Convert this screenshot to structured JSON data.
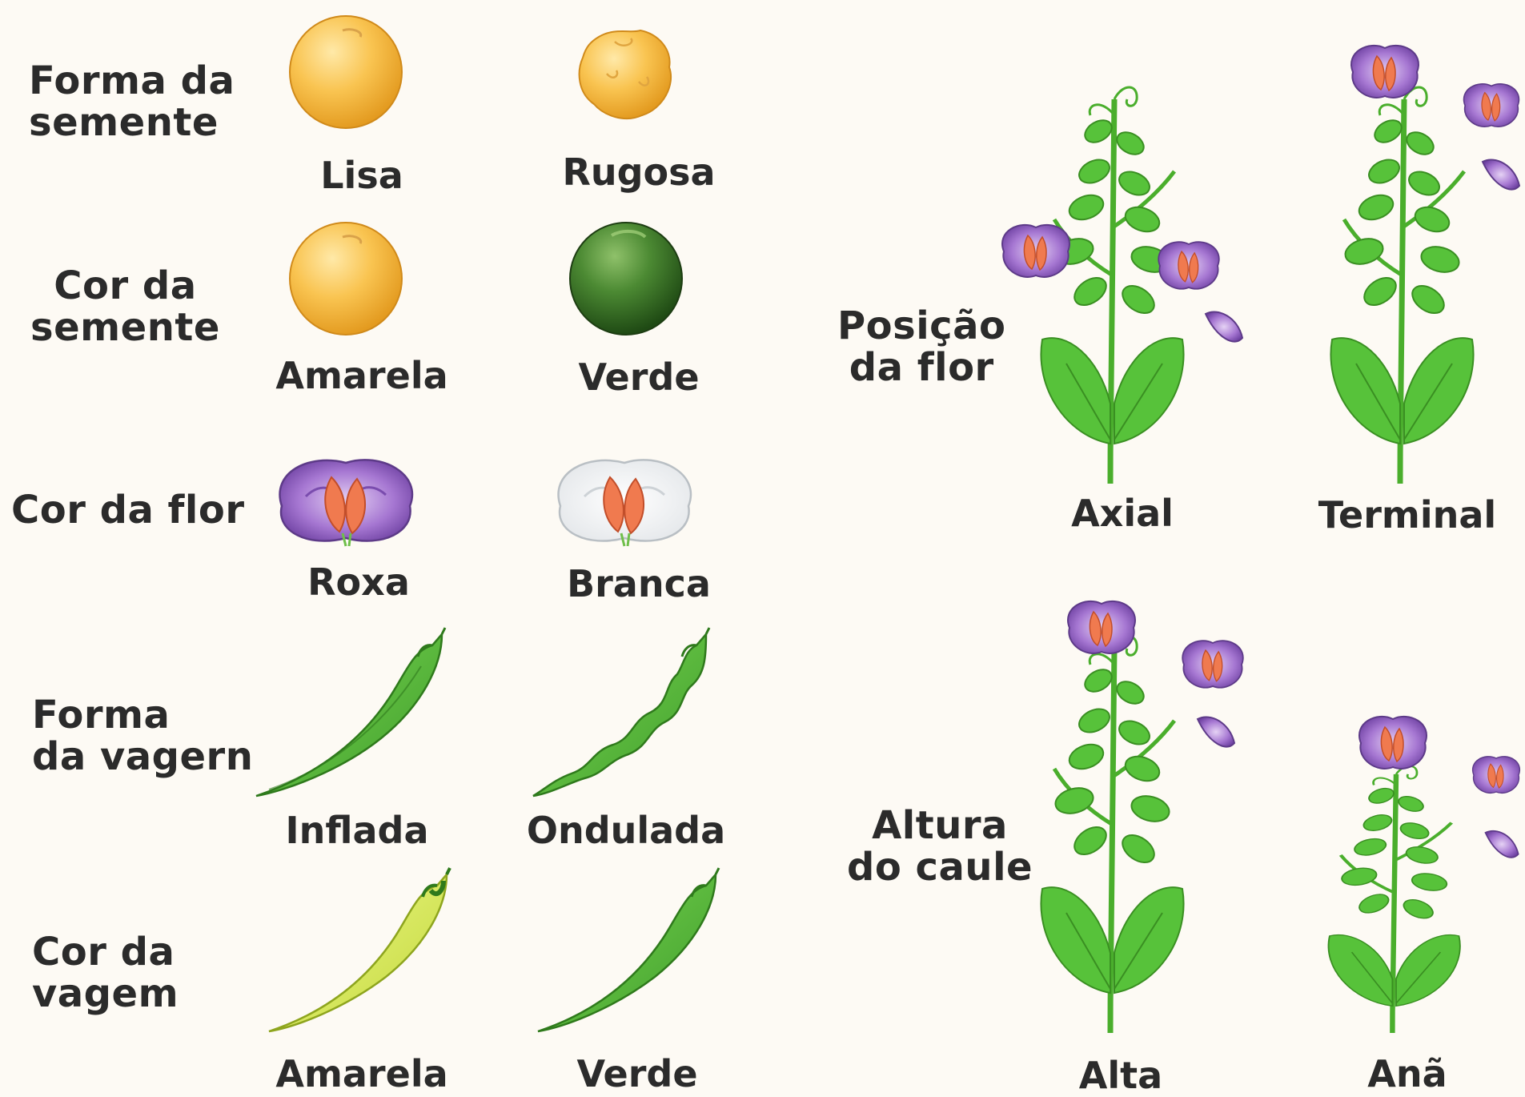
{
  "traits": {
    "seed_shape": {
      "line1": "Forma da",
      "line2": "semente",
      "a": "Lisa",
      "b": "Rugosa"
    },
    "seed_color": {
      "line1": "Cor da",
      "line2": "semente",
      "a": "Amarela",
      "b": "Verde"
    },
    "flower_color": {
      "line1": "Cor da flor",
      "a": "Roxa",
      "b": "Branca"
    },
    "pod_shape": {
      "line1": "Forma",
      "line2": "da vagern",
      "a": "Inflada",
      "b": "Ondulada"
    },
    "pod_color": {
      "line1": "Cor da",
      "line2": "vagem",
      "a": "Amarela",
      "b": "Verde"
    },
    "flower_position": {
      "line1": "Posição",
      "line2": "da flor",
      "a": "Axial",
      "b": "Terminal"
    },
    "stem_height": {
      "line1": "Altura",
      "line2": "do caule",
      "a": "Alta",
      "b": "Anã"
    }
  },
  "colors": {
    "background": "#fdfaf4",
    "text": "#2b2b2b",
    "yellow_seed": "#f6b73c",
    "green_seed": "#3f7a2c",
    "purple_flower": "#9a6ac9",
    "white_flower": "#ffffff",
    "stamen": "#f07a4f",
    "pod_green": "#5cbf3b",
    "pod_yellow": "#d9ec5a",
    "leaf_green": "#57c23a"
  },
  "icons": {
    "smooth_seed": "yellow-round-seed-icon",
    "wrinkled_seed": "wrinkled-seed-icon",
    "green_seed": "green-seed-icon",
    "purple_flower": "purple-flower-icon",
    "white_flower": "white-flower-icon",
    "inflated_pod": "inflated-pod-icon",
    "constricted_pod": "constricted-pod-icon",
    "yellow_pod": "yellow-pod-icon",
    "green_pod": "green-pod-icon",
    "plant": "pea-plant-icon"
  }
}
